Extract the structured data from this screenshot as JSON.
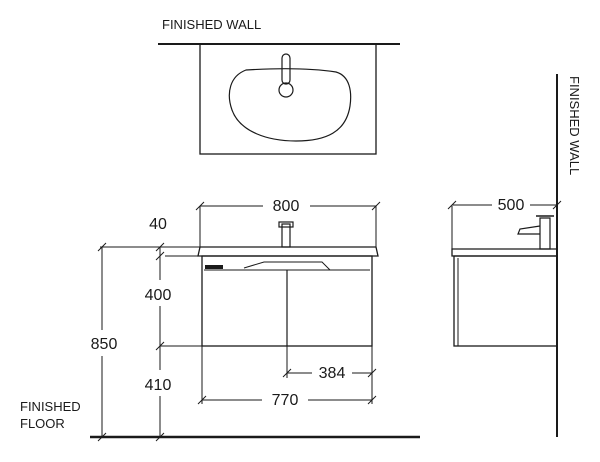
{
  "labels": {
    "finished_wall_top": "FINISHED WALL",
    "finished_wall_side": "FINISHED WALL",
    "finished_floor_line1": "FINISHED",
    "finished_floor_line2": "FLOOR"
  },
  "dimensions": {
    "basin_width": "800",
    "cabinet_width": "770",
    "door_width": "384",
    "side_depth": "500",
    "top_thickness": "40",
    "cabinet_height": "400",
    "floor_clearance": "410",
    "total_height": "850"
  }
}
